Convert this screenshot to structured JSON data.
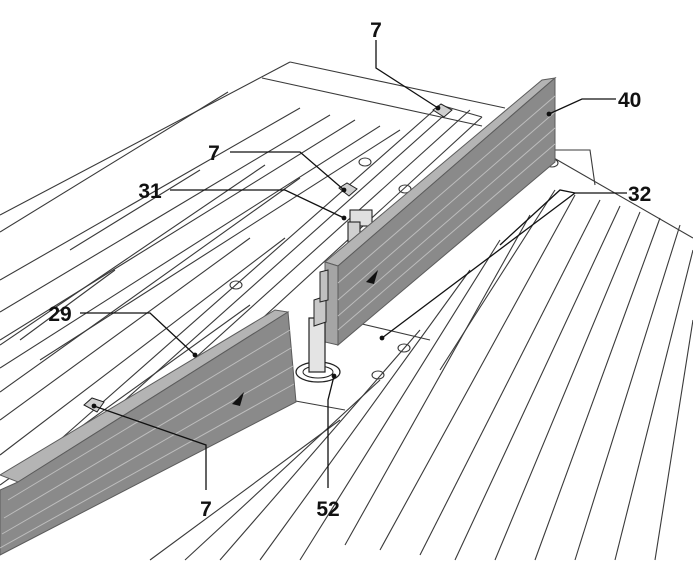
{
  "figure": {
    "callouts": [
      {
        "id": "c7_top",
        "text": "7"
      },
      {
        "id": "c40",
        "text": "40"
      },
      {
        "id": "c7_mid",
        "text": "7"
      },
      {
        "id": "c31",
        "text": "31"
      },
      {
        "id": "c32",
        "text": "32"
      },
      {
        "id": "c29",
        "text": "29"
      },
      {
        "id": "c7_bottom",
        "text": "7"
      },
      {
        "id": "c52",
        "text": "52"
      }
    ],
    "colors": {
      "fence_face": "#8a8a8a",
      "fence_top": "#b4b4b4",
      "fence_edge": "#5c5c5c",
      "line": "#3a3a3a",
      "background": "#ffffff"
    }
  }
}
